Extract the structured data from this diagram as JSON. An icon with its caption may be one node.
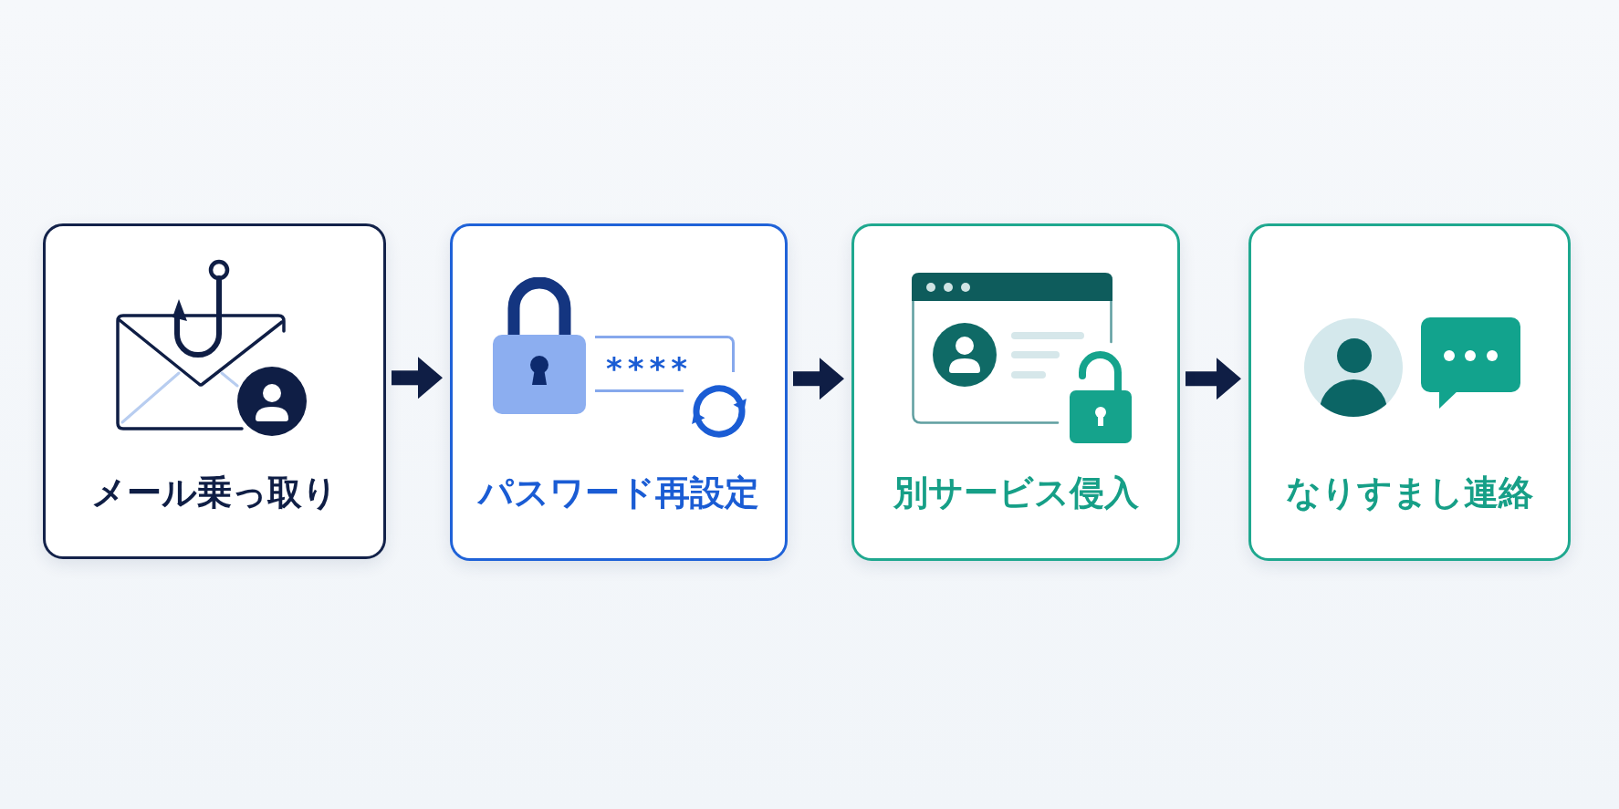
{
  "diagram": {
    "nodes": [
      {
        "text": [
          "メール乗っ取り"
        ]
      },
      {
        "text": [
          "パスワード再設定"
        ]
      },
      {
        "text": [
          "別サービス侵入"
        ]
      },
      {
        "text": [
          "なりすまし連絡"
        ]
      }
    ],
    "edges": [
      {
        "from": 0,
        "to": 1,
        "arrow": "to"
      },
      {
        "from": 1,
        "to": 2,
        "arrow": "to"
      },
      {
        "from": 2,
        "to": 3,
        "arrow": "to"
      }
    ],
    "labels": [
      "****"
    ]
  }
}
